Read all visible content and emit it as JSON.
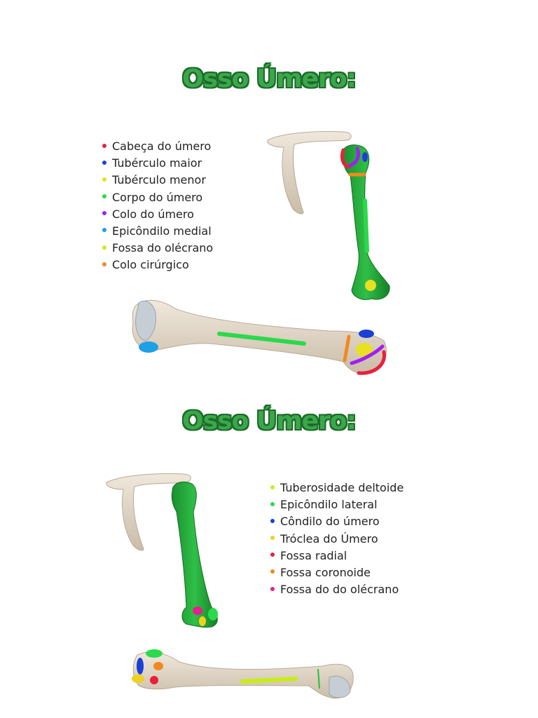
{
  "section1": {
    "title": "Osso Úmero:",
    "legend": [
      {
        "label": "Cabeça do úmero",
        "color": "#e8213b"
      },
      {
        "label": "Tubérculo maior",
        "color": "#1a3fd6"
      },
      {
        "label": "Tubérculo menor",
        "color": "#e8e020"
      },
      {
        "label": "Corpo do úmero",
        "color": "#2bd94b"
      },
      {
        "label": "Colo do úmero",
        "color": "#a020f0"
      },
      {
        "label": "Epicôndilo medial",
        "color": "#1ea0e6"
      },
      {
        "label": "Fossa do olécrano",
        "color": "#c8ec1a"
      },
      {
        "label": "Colo cirúrgico",
        "color": "#f08a20"
      }
    ]
  },
  "section2": {
    "title": "Osso Úmero:",
    "legend": [
      {
        "label": "Tuberosidade deltoide",
        "color": "#c8ec1a"
      },
      {
        "label": "Epicôndilo lateral",
        "color": "#2bd94b"
      },
      {
        "label": "Côndilo do úmero",
        "color": "#1a3fd6"
      },
      {
        "label": "Tróclea do Úmero",
        "color": "#f0d020"
      },
      {
        "label": "Fossa radial",
        "color": "#e8213b"
      },
      {
        "label": "Fossa coronoide",
        "color": "#f08a20"
      },
      {
        "label": "Fossa do do olécrano",
        "color": "#e81e8c"
      }
    ]
  },
  "colors": {
    "title_fill": "#3aa84a",
    "title_outline": "#1d6b2a",
    "bone": "#e2d9cc",
    "bone_highlight": "#22a63a"
  }
}
